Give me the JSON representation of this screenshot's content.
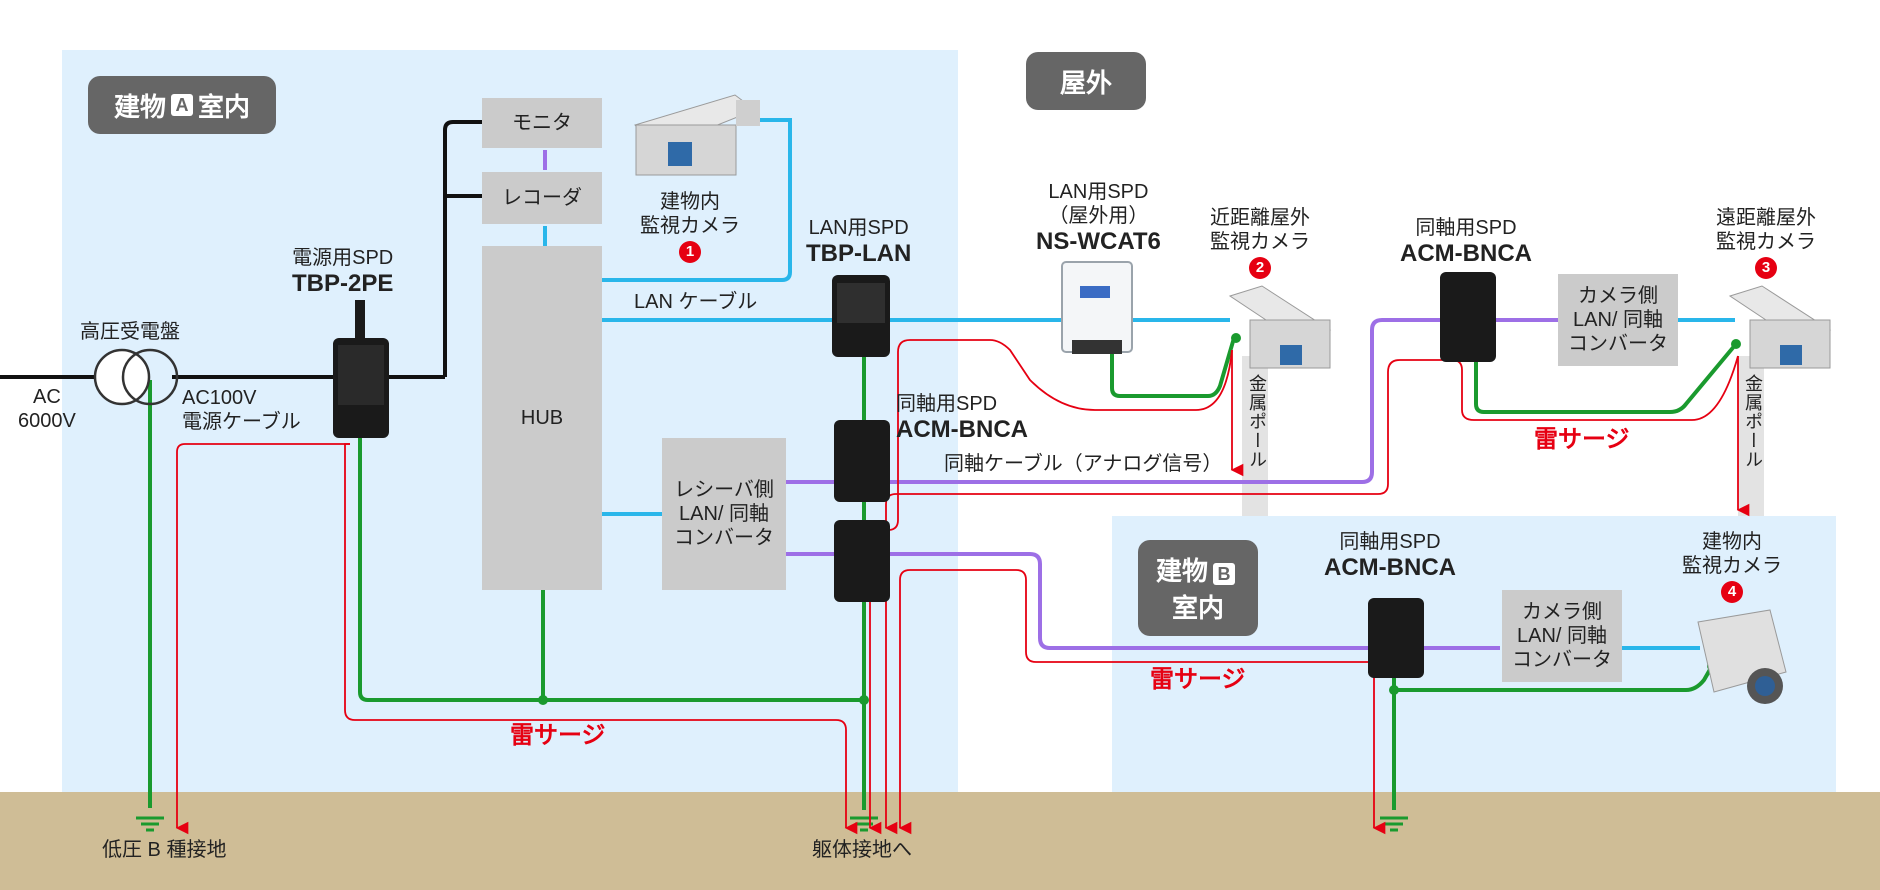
{
  "zones": {
    "building_a": {
      "prefix": "建物",
      "mark": "A",
      "suffix": "室内"
    },
    "outdoor": "屋外",
    "building_b": {
      "prefix": "建物",
      "mark": "B",
      "suffix": "室内"
    }
  },
  "source": {
    "ac": "AC",
    "voltage": "6000V",
    "substation": "高圧受電盤",
    "ac100": "AC100V",
    "power_cable": "電源ケーブル"
  },
  "power_spd": {
    "caption": "電源用SPD",
    "model": "TBP-2PE"
  },
  "boxes": {
    "monitor": "モニタ",
    "recorder": "レコーダ",
    "hub": "HUB",
    "receiver_converter": [
      "レシーバ側",
      "LAN/ 同軸",
      "コンバータ"
    ],
    "camera_converter_1": [
      "カメラ側",
      "LAN/ 同軸",
      "コンバータ"
    ],
    "camera_converter_2": [
      "カメラ側",
      "LAN/ 同軸",
      "コンバータ"
    ]
  },
  "cameras": {
    "cam1": {
      "line1": "建物内",
      "line2": "監視カメラ",
      "num": "1"
    },
    "cam2": {
      "line1": "近距離屋外",
      "line2": "監視カメラ",
      "num": "2"
    },
    "cam3": {
      "line1": "遠距離屋外",
      "line2": "監視カメラ",
      "num": "3"
    },
    "cam4": {
      "line1": "建物内",
      "line2": "監視カメラ",
      "num": "4"
    }
  },
  "lan_spd": {
    "caption": "LAN用SPD",
    "model": "TBP-LAN"
  },
  "outdoor_lan_spd": {
    "caption1": "LAN用SPD",
    "caption2": "（屋外用）",
    "model": "NS-WCAT6"
  },
  "coax_spd_a": {
    "caption": "同軸用SPD",
    "model": "ACM-BNCA"
  },
  "coax_spd_outdoor": {
    "caption": "同軸用SPD",
    "model": "ACM-BNCA"
  },
  "coax_spd_b": {
    "caption": "同軸用SPD",
    "model": "ACM-BNCA"
  },
  "cables": {
    "lan": "LAN ケーブル",
    "coax": "同軸ケーブル（アナログ信号）"
  },
  "poles": {
    "pole1": "金属ポール",
    "pole2": "金属ポール"
  },
  "surge": {
    "s1": "雷サージ",
    "s2": "雷サージ",
    "s3": "雷サージ"
  },
  "earth": {
    "low_voltage": "低圧 B 種接地",
    "frame": "躯体接地へ"
  },
  "colors": {
    "lan": "#29b6ea",
    "coax": "#9d6fe6",
    "ground": "#1a9a2e",
    "surge": "#e60012",
    "power": "#111111"
  }
}
